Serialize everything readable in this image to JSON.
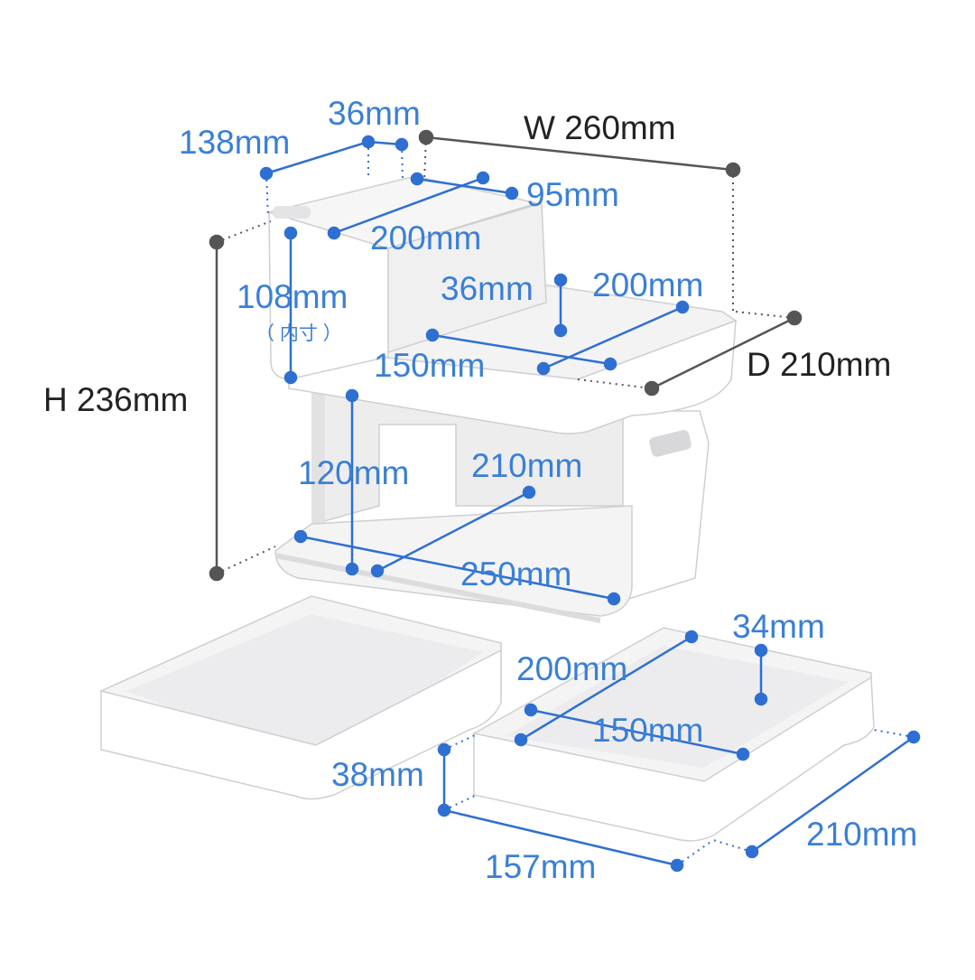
{
  "colors": {
    "dimension_blue": "#2f6fd2",
    "label_blue": "#3a7fd6",
    "overall_gray": "#555555",
    "body_white": "#ffffff",
    "body_shade": "#e9e9ea",
    "body_edge": "#c9c9cc"
  },
  "labels": {
    "overall_width": "W 260mm",
    "overall_height": "H 236mm",
    "overall_depth": "D 210mm",
    "top_pocket_depth": "138mm",
    "top_pocket_width": "36mm",
    "top_tray_width": "95mm",
    "top_tray_depth": "200mm",
    "inner_height": "108mm",
    "inner_height_note": "（ 内寸 ）",
    "tray_height_36": "36mm",
    "middle_tray_depth": "200mm",
    "middle_tray_width": "150mm",
    "lower_height": "120mm",
    "lower_depth": "210mm",
    "lower_width": "250mm",
    "drawer_height": "34mm",
    "drawer_depth": "200mm",
    "drawer_width": "150mm",
    "drawer_outer_height": "38mm",
    "drawer_outer_width": "157mm",
    "drawer_outer_depth": "210mm"
  }
}
